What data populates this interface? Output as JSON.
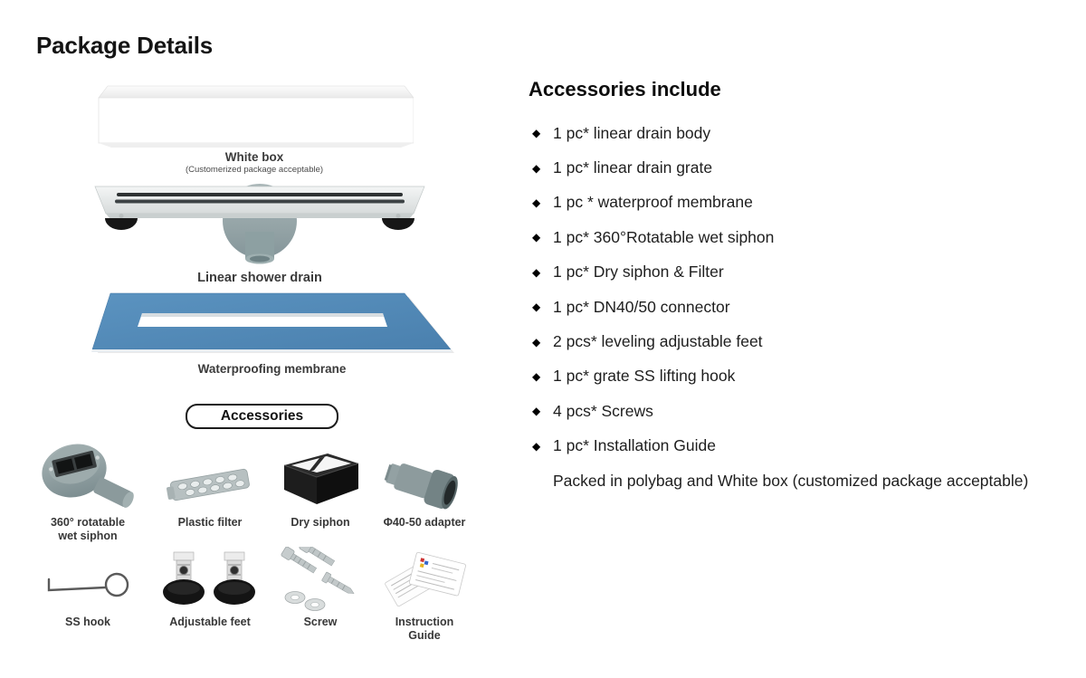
{
  "page": {
    "title": "Package Details"
  },
  "packaging": {
    "white_box": {
      "caption": "White box",
      "note": "(Customerized package acceptable)"
    },
    "drain": {
      "caption": "Linear shower drain"
    },
    "membrane": {
      "caption": "Waterproofing membrane"
    },
    "accessories_button": "Accessories",
    "accessories_grid": [
      {
        "label": "360° rotatable wet siphon"
      },
      {
        "label": "Plastic filter"
      },
      {
        "label": "Dry siphon"
      },
      {
        "label": "Φ40-50 adapter"
      },
      {
        "label": "SS hook"
      },
      {
        "label": "Adjustable feet"
      },
      {
        "label": "Screw"
      },
      {
        "label": "Instruction Guide"
      }
    ]
  },
  "accessories_include": {
    "heading": "Accessories include",
    "bullet": "◆",
    "items": [
      "1 pc* linear drain body",
      "1 pc* linear drain grate",
      "1 pc * waterproof membrane",
      "1 pc* 360°Rotatable wet siphon",
      "1 pc* Dry siphon & Filter",
      "1 pc* DN40/50 connector",
      "2 pcs* leveling adjustable feet",
      "1 pc* grate SS lifting hook",
      "4 pcs* Screws",
      "1 pc* Installation Guide"
    ],
    "footnote": "Packed in polybag and White box (customized package acceptable)"
  },
  "colors": {
    "membrane_blue": "#4e86b4",
    "siphon_gray": "#93a3a5",
    "text_dark": "#1f1f1f"
  }
}
